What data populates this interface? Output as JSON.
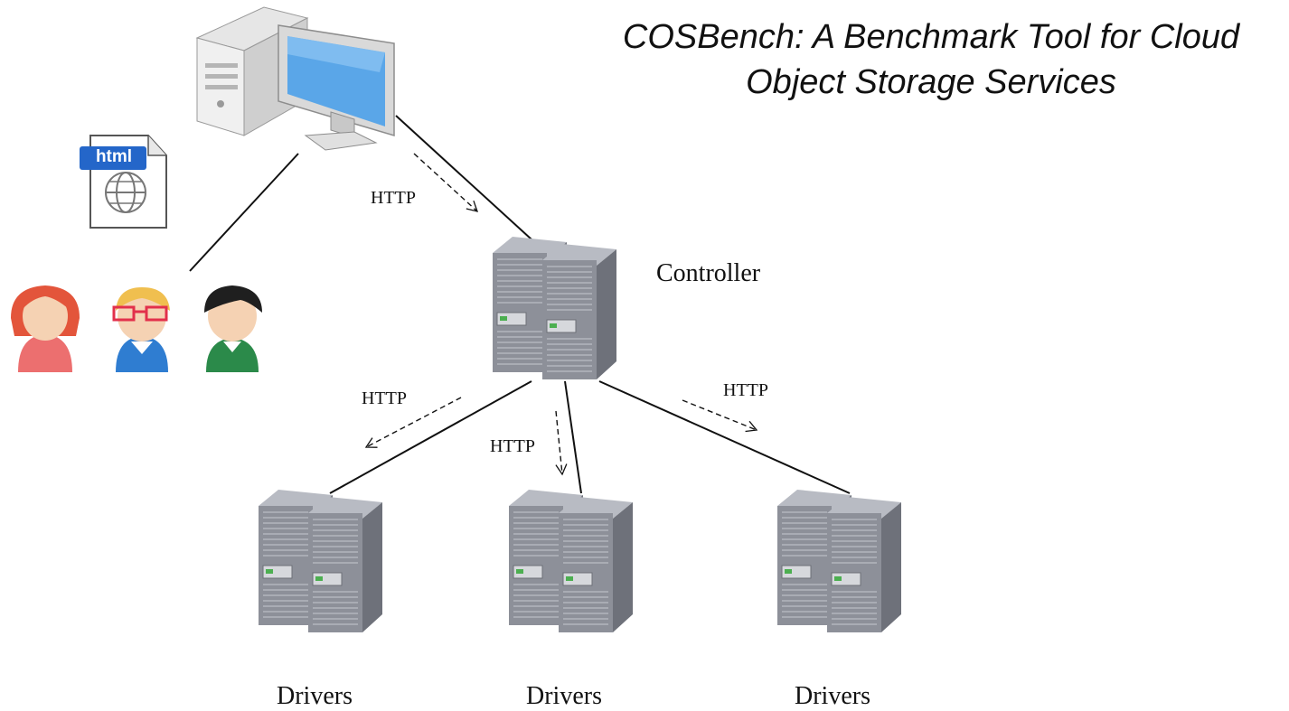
{
  "title_line1": "COSBench: A Benchmark Tool for Cloud",
  "title_line2": "Object Storage Services",
  "controller_label": "Controller",
  "http_labels": [
    "HTTP",
    "HTTP",
    "HTTP",
    "HTTP"
  ],
  "drivers": [
    {
      "label": "Drivers"
    },
    {
      "label": "Drivers"
    },
    {
      "label": "Drivers"
    }
  ],
  "html_badge": "html",
  "colors": {
    "server_front": "#8a8d96",
    "server_side": "#6f727b",
    "server_top": "#b4b7bf",
    "monitor_screen": "#5aa6e8",
    "html_badge": "#2466c9"
  }
}
